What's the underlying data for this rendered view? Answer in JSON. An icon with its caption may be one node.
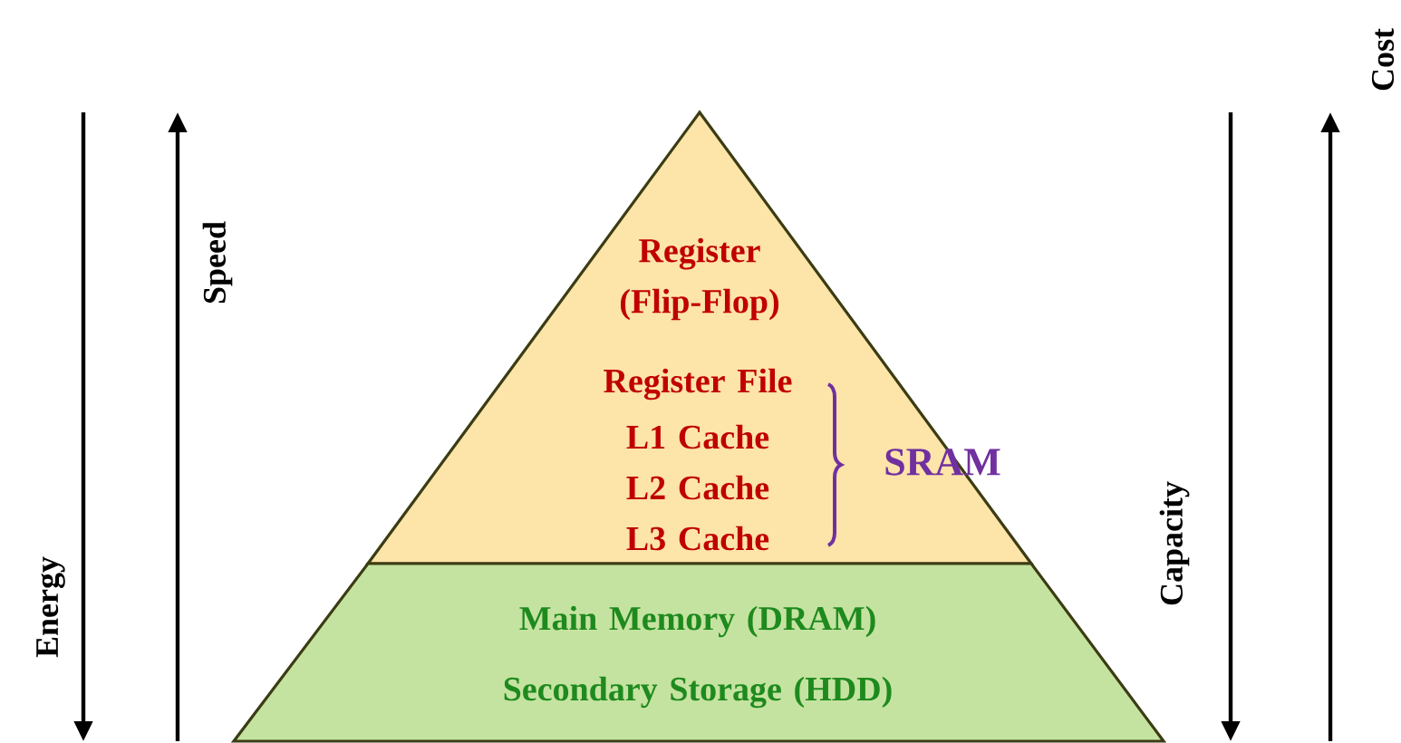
{
  "diagram": {
    "nodes": [
      {
        "text": [
          "Register (Flip-Flop)",
          "Register File",
          "L1 Cache",
          "L2 Cache",
          "L3 Cache"
        ]
      },
      {
        "text": [
          "Main Memory (DRAM)",
          "Secondary Storage (HDD)"
        ]
      }
    ],
    "labels": [
      "Cost",
      "Speed",
      "SRAM",
      "Capacity",
      "Energy"
    ]
  }
}
